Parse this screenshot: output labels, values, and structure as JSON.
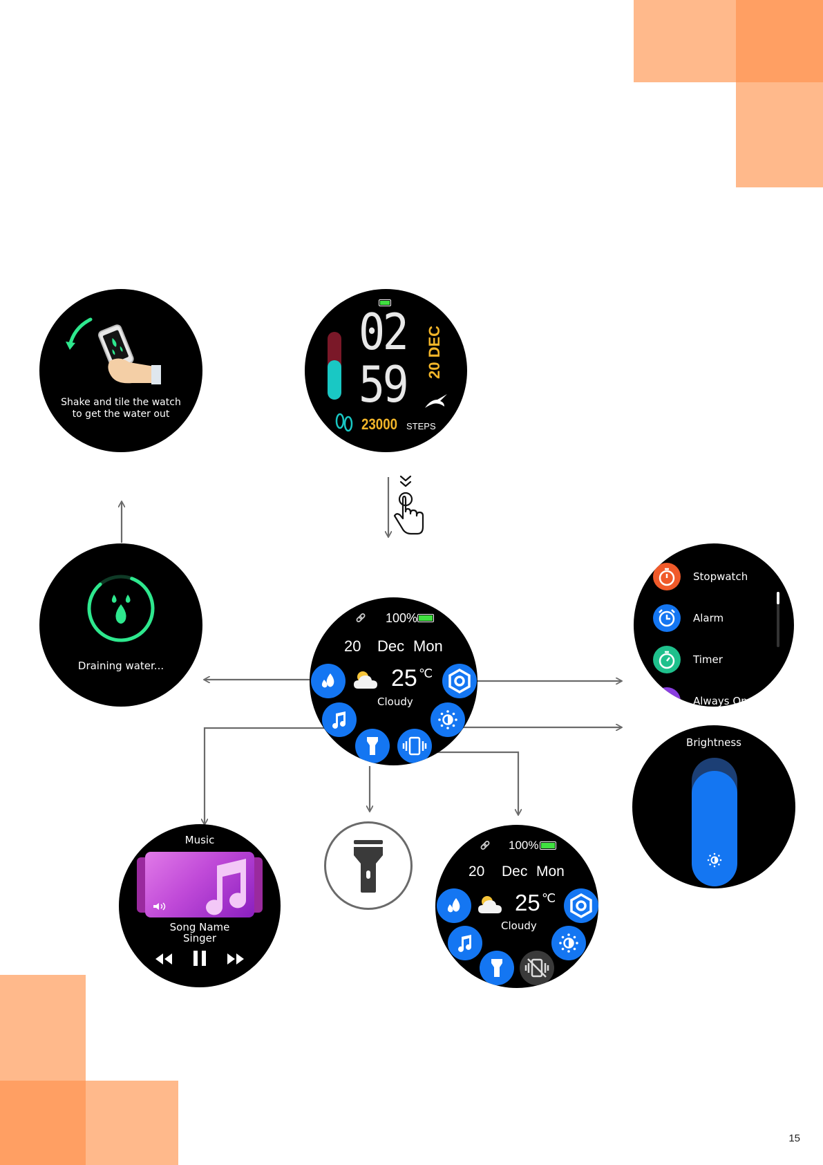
{
  "page": {
    "number": "15"
  },
  "water_prompt": {
    "line1": "Shake and tile the watch",
    "line2": "to get the water out"
  },
  "clock": {
    "hour": "02",
    "minute": "59",
    "date": "20 DEC",
    "steps_value": "23000",
    "steps_label": "STEPS"
  },
  "draining": {
    "label": "Draining water..."
  },
  "control_center": {
    "battery": "100%",
    "day": "20",
    "month": "Dec",
    "weekday": "Mon",
    "temperature": "25",
    "unit": "℃",
    "condition": "Cloudy"
  },
  "tools_menu": {
    "items": [
      "Stopwatch",
      "Alarm",
      "Timer",
      "Always On"
    ]
  },
  "brightness": {
    "title": "Brightness",
    "level": 0.9
  },
  "music": {
    "title": "Music",
    "song": "Song Name",
    "singer": "Singer"
  },
  "colors": {
    "accent_orange": "#ff9f63",
    "light_orange": "#ffb98b",
    "button_blue": "#1476f2",
    "water_green": "#2ee88e"
  }
}
